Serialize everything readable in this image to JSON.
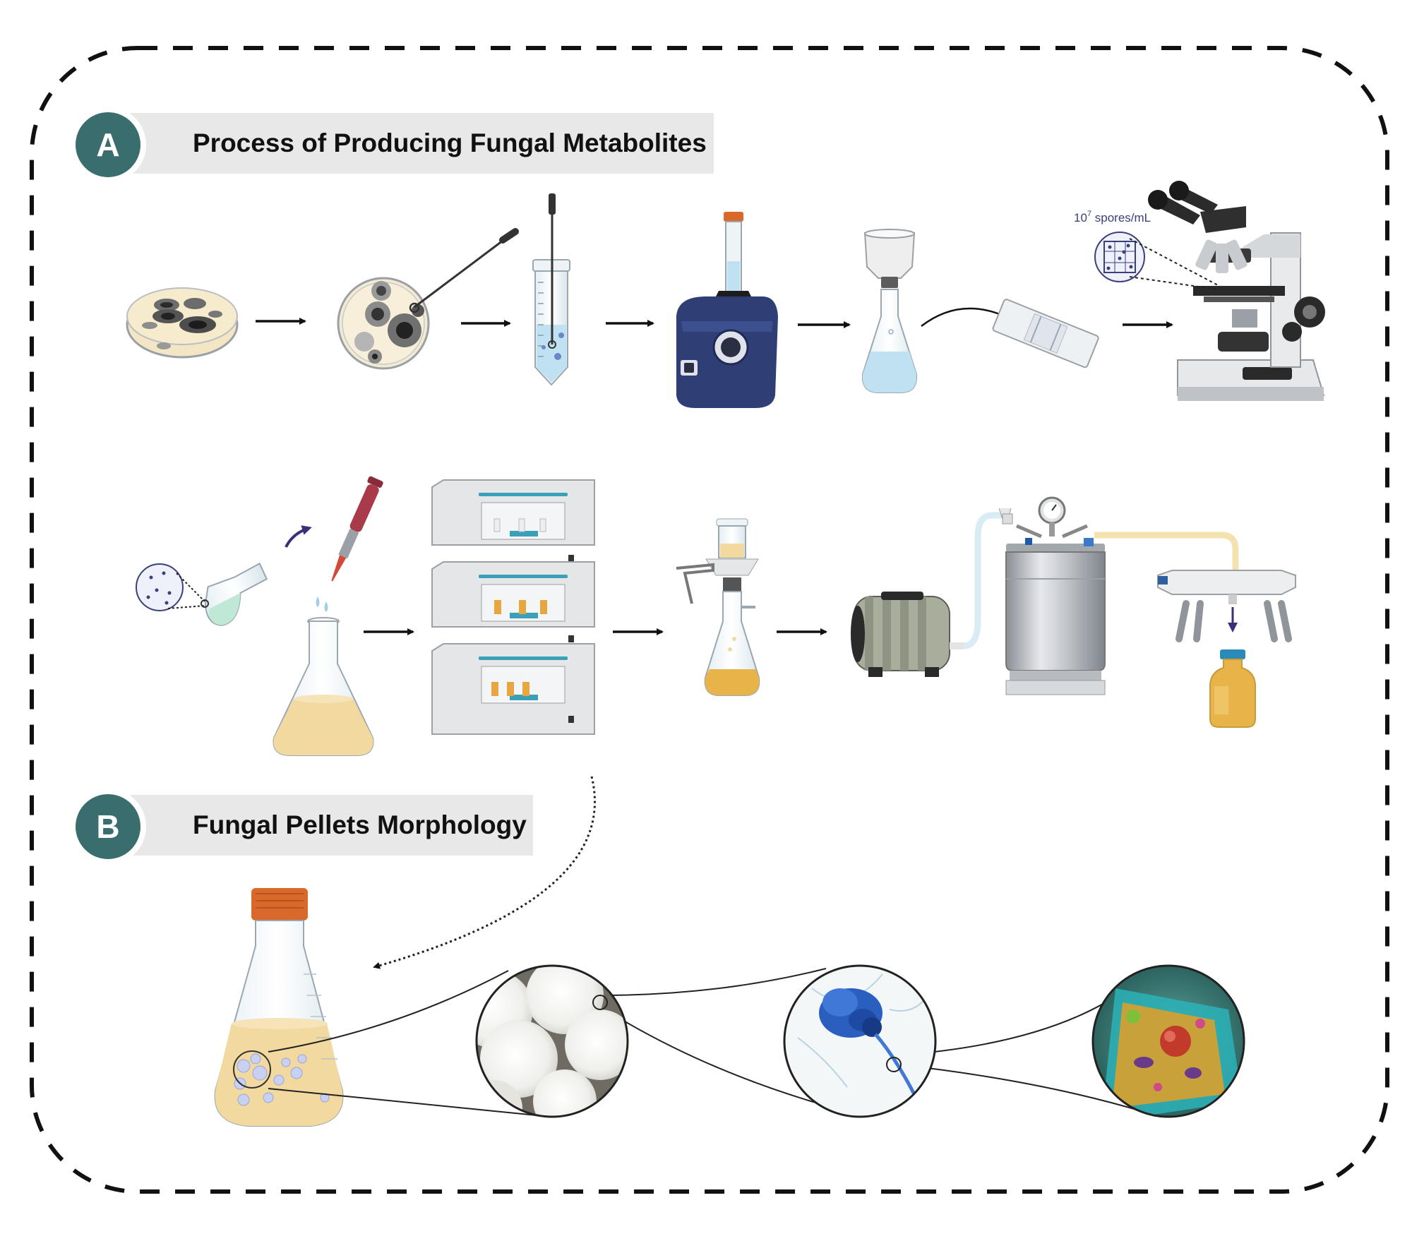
{
  "panels": {
    "a": {
      "letter": "A",
      "title": "Process of Producing Fungal Metabolites"
    },
    "b": {
      "letter": "B",
      "title": "Fungal Pellets Morphology"
    }
  },
  "spore_count": {
    "base": "10",
    "exponent": "7",
    "unit": " spores/mL"
  },
  "colors": {
    "badge": "#3a6e6e",
    "title_bg": "#e8e8e8",
    "border": "#111111",
    "broth": "#f2d9a0",
    "vortex": "#2f3e74",
    "spore_stain": "#3f63b8",
    "cap": "#d9692a"
  }
}
